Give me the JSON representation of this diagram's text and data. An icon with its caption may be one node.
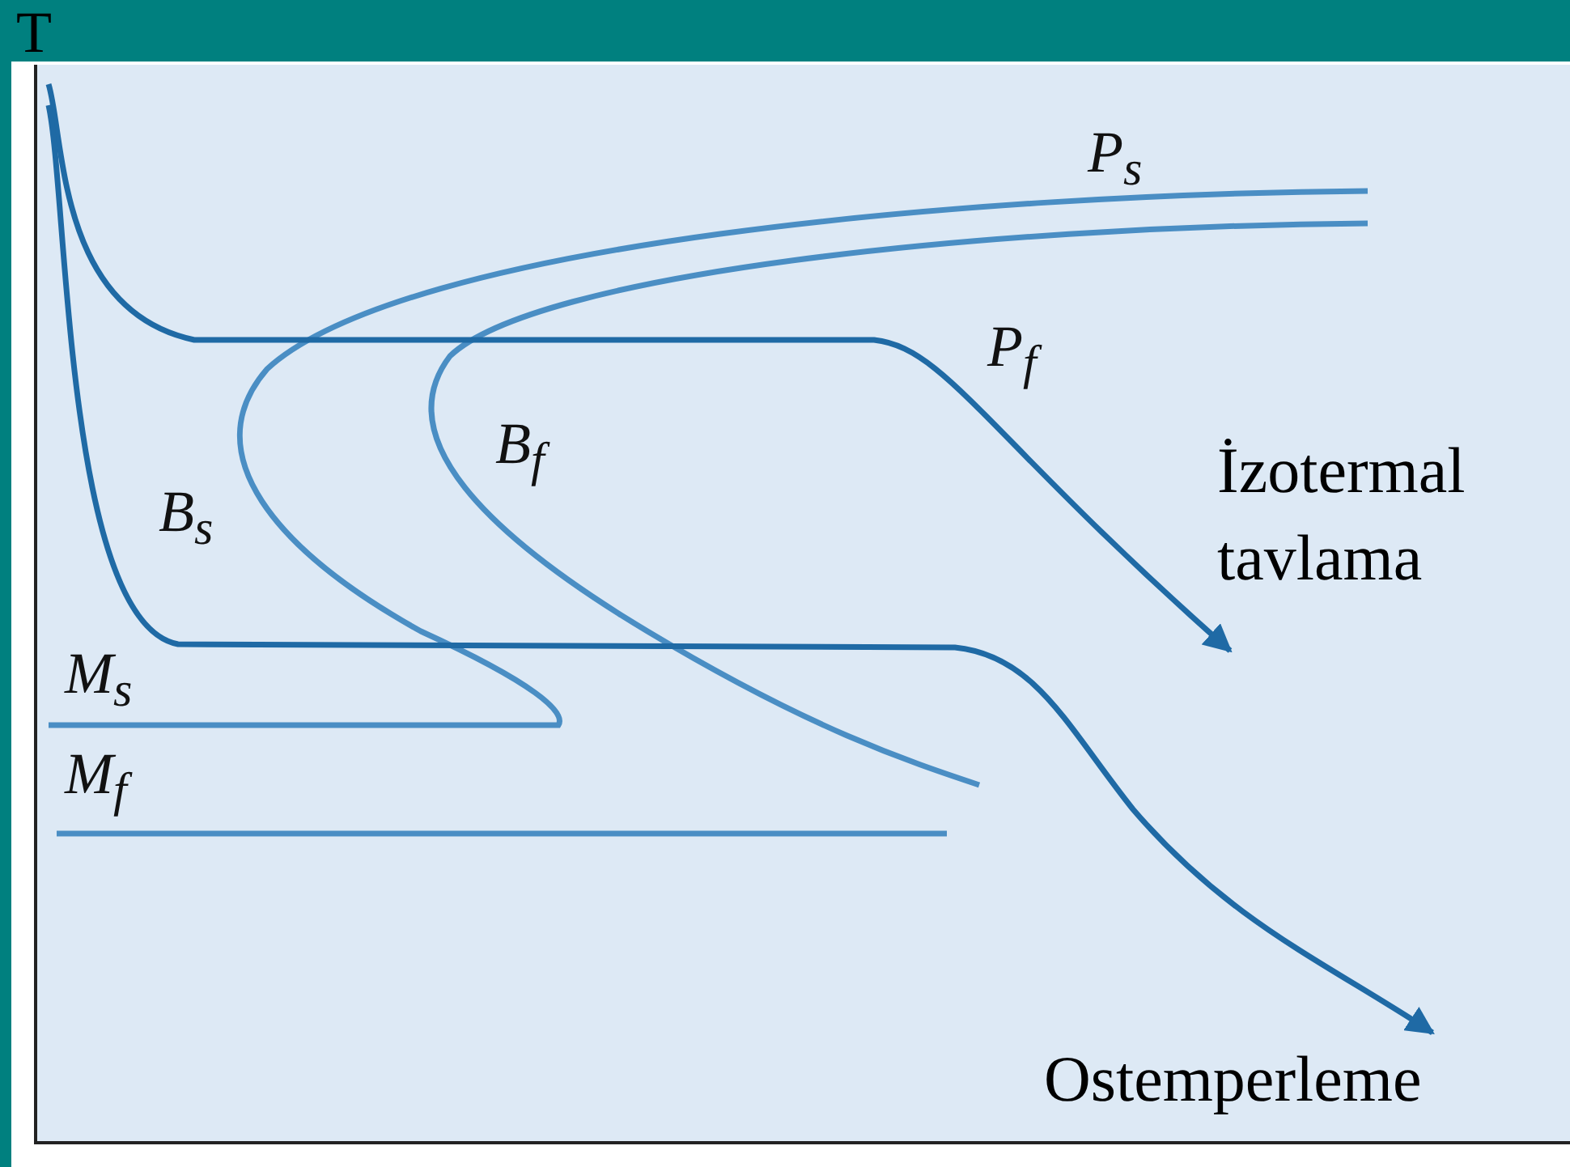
{
  "diagram": {
    "nodes": [
      {
        "text": [
          "İzotermal tavlama"
        ]
      },
      {
        "text": [
          "Ostemperleme"
        ]
      }
    ],
    "edges": [
      {
        "from": null,
        "to": 0,
        "arrow": "to"
      },
      {
        "from": null,
        "to": 1,
        "arrow": "to"
      }
    ],
    "labels": [
      "T",
      "P$_{s}$",
      "P$_{f}$",
      "B$_{f}$",
      "B$_{s}$",
      "M$_{s}$",
      "M$_{f}$"
    ]
  }
}
